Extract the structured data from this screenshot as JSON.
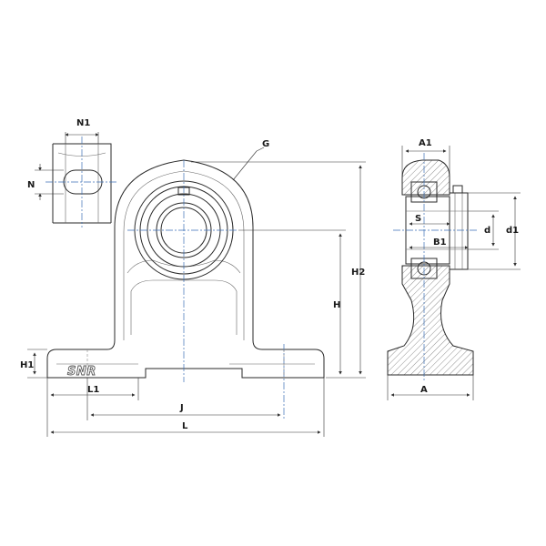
{
  "brand": {
    "logo_text": "SNR"
  },
  "dimensions": {
    "N1": "N1",
    "N": "N",
    "G": "G",
    "H2": "H2",
    "H": "H",
    "H1": "H1",
    "L1": "L1",
    "J": "J",
    "L": "L",
    "A1": "A1",
    "A": "A",
    "S": "S",
    "B1": "B1",
    "d": "d",
    "d1": "d1"
  },
  "colors": {
    "line": "#2a2a2a",
    "centerline": "#3b6fb6",
    "background": "#ffffff"
  }
}
